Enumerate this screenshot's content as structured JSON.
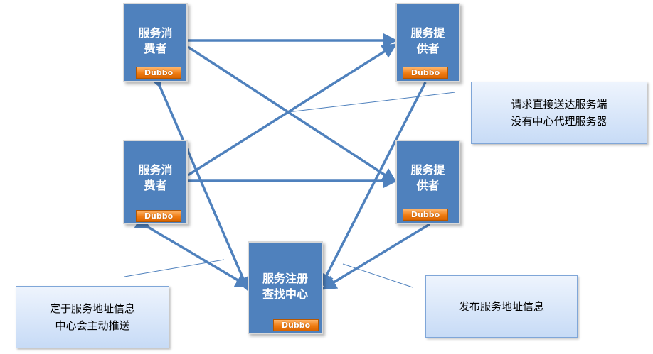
{
  "nodes": {
    "consumer_top": {
      "label": "服务消\n费者",
      "badge": "Dubbo"
    },
    "provider_top": {
      "label": "服务提\n供者",
      "badge": "Dubbo"
    },
    "consumer_mid": {
      "label": "服务消\n费者",
      "badge": "Dubbo"
    },
    "provider_mid": {
      "label": "服务提\n供者",
      "badge": "Dubbo"
    },
    "registry": {
      "label": "服务注册\n查找中心",
      "badge": "Dubbo"
    }
  },
  "notes": {
    "direct": "请求直接送达服务端\n没有中心代理服务器",
    "push": "定于服务地址信息\n中心会主动推送",
    "publish": "发布服务地址信息"
  },
  "colors": {
    "node_fill": "#4f81bd",
    "arrow": "#4f81bd",
    "badge": "#f07c12",
    "note_fill": "#c7dbf6"
  }
}
